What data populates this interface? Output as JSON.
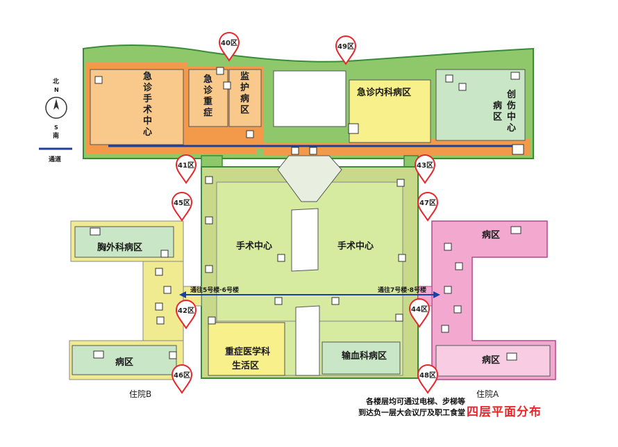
{
  "compass": {
    "north_cn": "北",
    "north_en": "N",
    "south_en": "S",
    "south_cn": "南",
    "corridor": "通道"
  },
  "rooms": {
    "emergency_surgery": "急诊手术中心",
    "emergency_critical": "急诊重症",
    "monitor_ward": "监护病区",
    "emergency_internal": "急诊内科病区",
    "trauma_center": "创伤中心",
    "trauma_ward": "病区",
    "surgery_left": "手术中心",
    "surgery_right": "手术中心",
    "thoracic": "胸外科病区",
    "ward_b": "病区",
    "critical_care": "重症医学科",
    "critical_care_2": "生活区",
    "transfusion": "输血科病区",
    "ward_a_top": "病区",
    "ward_a_bottom": "病区"
  },
  "passages": {
    "left": "通往5号楼·6号楼",
    "right": "通往7号楼·8号楼"
  },
  "pins": [
    "40区",
    "49区",
    "41区",
    "43区",
    "45区",
    "47区",
    "42区",
    "44区",
    "46区",
    "48区"
  ],
  "buildings": {
    "b": "住院B",
    "a": "住院A"
  },
  "footnote": [
    "各楼层均可通过电梯、步梯等",
    "到达负一层大会议厅及职工食堂"
  ],
  "title": "四层平面分布",
  "colors": {
    "orange": "#f29a4a",
    "north_green": "#8fc86a",
    "center": "#d6eba0",
    "center_frame": "#c9d98a",
    "pink": "#f3a8d0",
    "light_green": "#c9e7c6",
    "yellow": "#f6ee7a",
    "red": "#e8262b",
    "blue": "#1f3f9c"
  }
}
